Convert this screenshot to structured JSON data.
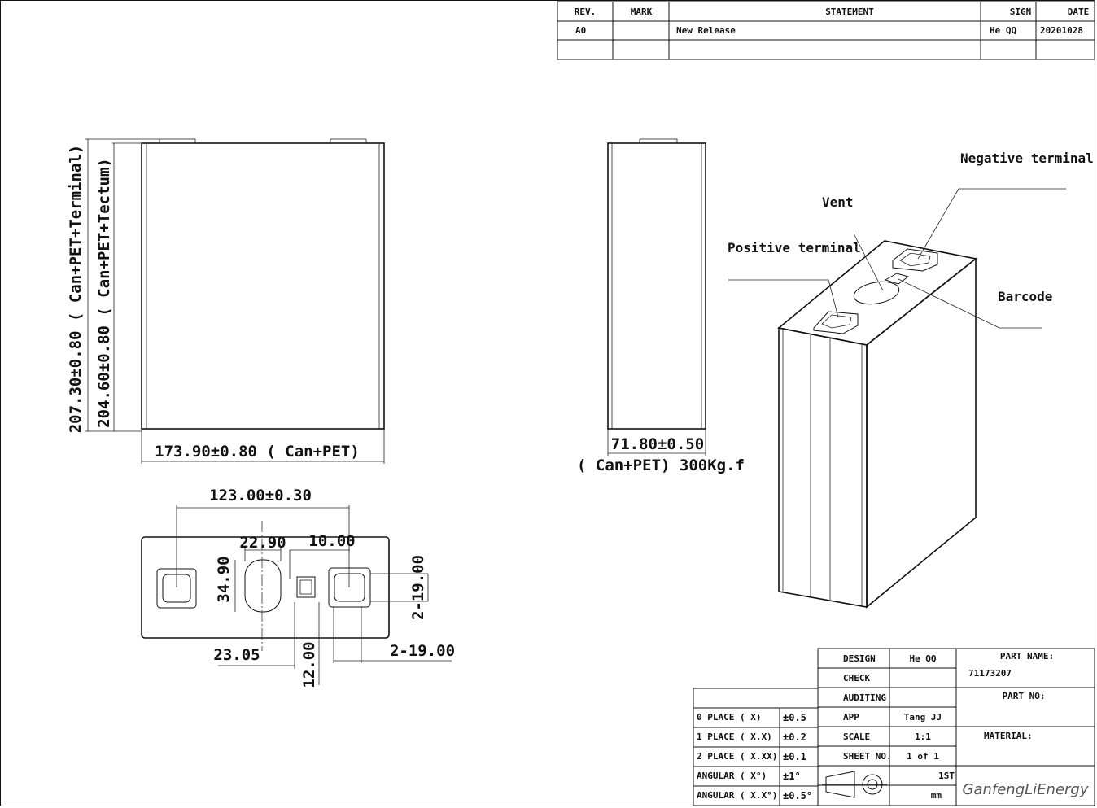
{
  "revision_table": {
    "headers": [
      "REV.",
      "MARK",
      "STATEMENT",
      "SIGN",
      "DATE"
    ],
    "rows": [
      [
        "A0",
        "",
        "New Release",
        "He QQ",
        "20201028"
      ]
    ]
  },
  "front_view": {
    "height_terminal": "207.30±0.80 ( Can+PET+Terminal)",
    "height_tectum": "204.60±0.80 ( Can+PET+Tectum)",
    "width": "173.90±0.80 ( Can+PET)"
  },
  "side_view": {
    "thickness": "71.80±0.50",
    "note": "( Can+PET) 300Kg.f"
  },
  "top_view": {
    "terminal_spacing": "123.00±0.30",
    "vent_width": "22.90",
    "vent_height": "34.90",
    "barcode_offset": "10.00",
    "terminal_size_h": "2-19.00",
    "terminal_size_w": "2-19.00",
    "left_offset": "23.05",
    "barcode_dim": "12.00"
  },
  "iso_labels": {
    "negative": "Negative terminal",
    "vent": "Vent",
    "positive": "Positive terminal",
    "barcode": "Barcode"
  },
  "tolerance_table": [
    {
      "place": "0 PLACE ( X)",
      "tol": "±0.5"
    },
    {
      "place": "1 PLACE ( X.X)",
      "tol": "±0.2"
    },
    {
      "place": "2 PLACE ( X.XX)",
      "tol": "±0.1"
    },
    {
      "place": "ANGULAR ( X°)",
      "tol": "±1°"
    },
    {
      "place": "ANGULAR ( X.X°)",
      "tol": "±0.5°"
    }
  ],
  "approval_table": [
    {
      "label": "DESIGN",
      "value": "He QQ"
    },
    {
      "label": "CHECK",
      "value": ""
    },
    {
      "label": "AUDITING",
      "value": ""
    },
    {
      "label": "APP",
      "value": "Tang JJ"
    },
    {
      "label": "SCALE",
      "value": "1:1"
    },
    {
      "label": "SHEET NO.",
      "value": "1 of 1"
    }
  ],
  "projection": "1ST",
  "unit": "mm",
  "part_info": {
    "part_name_label": "PART NAME:",
    "part_name": "71173207",
    "part_no_label": "PART NO:",
    "material_label": "MATERIAL:"
  },
  "brand": "GanfengLiEnergy",
  "icons": [
    "first-angle-projection-icon"
  ]
}
